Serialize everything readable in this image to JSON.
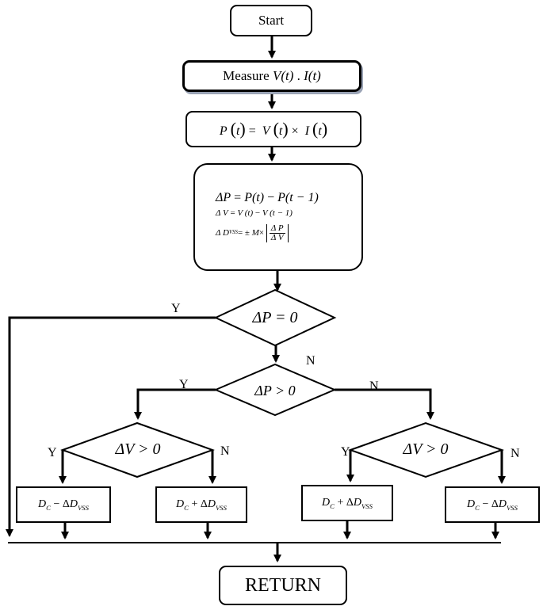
{
  "nodes": {
    "start": "Start",
    "measure": {
      "prefix": "Measure ",
      "v": "V(t)",
      "sep": " . ",
      "i": "I(t)"
    },
    "power": {
      "p": "P",
      "t1": "t",
      "eq": " = ",
      "v": "V",
      "t2": "t",
      "times": " × ",
      "i": "I",
      "t3": "t"
    },
    "calc": {
      "line1": {
        "lhs": "ΔP",
        "eq": " = ",
        "a": "P(t)",
        "minus": " − ",
        "b": "P(t − 1)"
      },
      "line2": {
        "lhs": "Δ V",
        "eq": " = ",
        "a": "V (t)",
        "minus": " − ",
        "b": "V (t − 1)"
      },
      "line3": {
        "lhs": "Δ D",
        "sub": "VSS",
        "eq": " = ± ",
        "m": "M",
        "times": " × ",
        "num": "Δ P",
        "den": "Δ V"
      }
    },
    "decision1": "ΔP = 0",
    "decision2": "ΔP > 0",
    "decision3": "ΔV > 0",
    "decision4": "ΔV > 0",
    "out1": {
      "d": "D",
      "c": "C",
      "op": " − Δ",
      "d2": "D",
      "vss": "VSS"
    },
    "out2": {
      "d": "D",
      "c": "C",
      "op": " + Δ",
      "d2": "D",
      "vss": "VSS"
    },
    "out3": {
      "d": "D",
      "c": "C",
      "op": " + Δ",
      "d2": "D",
      "vss": "VSS"
    },
    "out4": {
      "d": "D",
      "c": "C",
      "op": " − Δ",
      "d2": "D",
      "vss": "VSS"
    },
    "return": "RETURN"
  },
  "labels": {
    "y1": "Y",
    "n1": "N",
    "y2": "Y",
    "n2": "N",
    "y3": "Y",
    "n3": "N",
    "y4": "Y",
    "n4": "N"
  }
}
